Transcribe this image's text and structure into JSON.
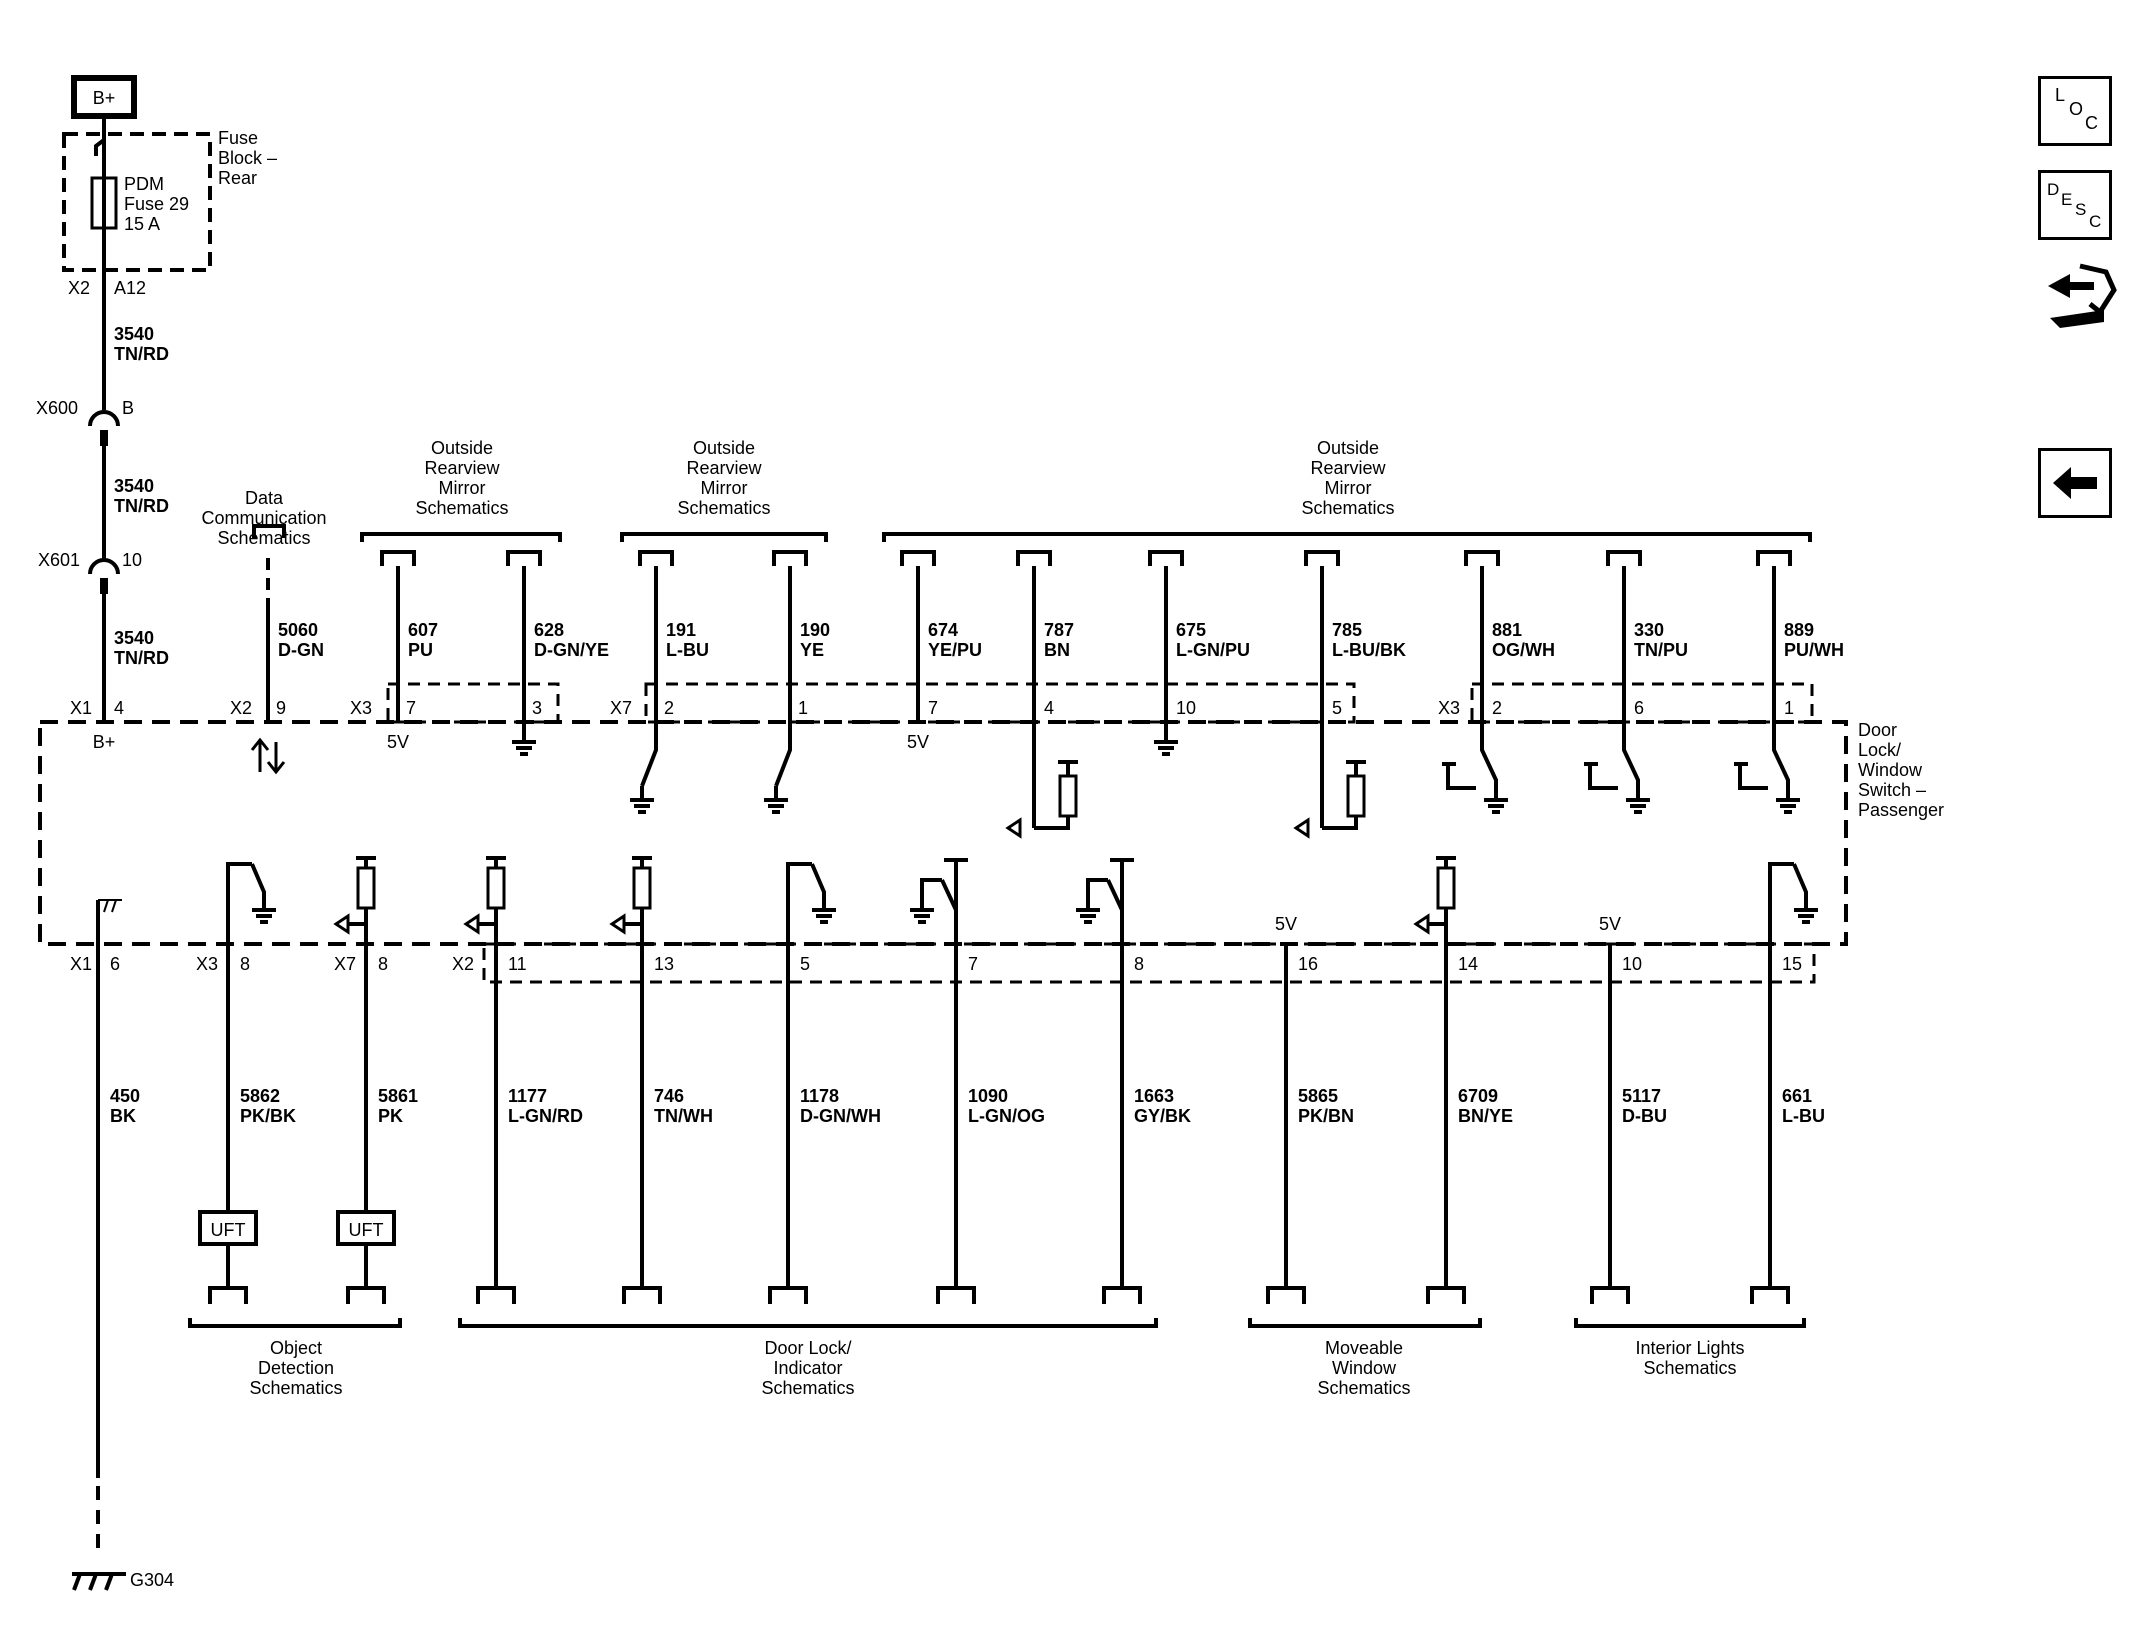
{
  "power": {
    "label": "B+",
    "pin_label": "B+"
  },
  "fuse_block": {
    "name_lines": [
      "Fuse",
      "Block –",
      "Rear"
    ],
    "fuse_lines": [
      "PDM",
      "Fuse 29",
      "15 A"
    ]
  },
  "upper_connectors": {
    "x2": "X2",
    "a12": "A12",
    "x600": "X600",
    "x600_pin": "B",
    "x601": "X601",
    "x601_pin": "10"
  },
  "supply_wires": [
    {
      "circuit": "3540",
      "color": "TN/RD"
    },
    {
      "circuit": "3540",
      "color": "TN/RD"
    },
    {
      "circuit": "3540",
      "color": "TN/RD"
    }
  ],
  "data_comm": {
    "lines": [
      "Data",
      "Communication",
      "Schematics"
    ],
    "circuit": "5060",
    "color": "D-GN"
  },
  "mirror_groups": [
    {
      "lines": [
        "Outside",
        "Rearview",
        "Mirror",
        "Schematics"
      ]
    },
    {
      "lines": [
        "Outside",
        "Rearview",
        "Mirror",
        "Schematics"
      ]
    },
    {
      "lines": [
        "Outside",
        "Rearview",
        "Mirror",
        "Schematics"
      ]
    }
  ],
  "module_labels": {
    "x1": "X1",
    "x2": "X2",
    "x3": "X3",
    "x7": "X7",
    "five_v": "5V"
  },
  "module_name": [
    "Door",
    "Lock/",
    "Window",
    "Switch –",
    "Passenger"
  ],
  "top_wires": [
    {
      "circuit": "607",
      "color": "PU",
      "pin": "7"
    },
    {
      "circuit": "628",
      "color": "D-GN/YE",
      "pin": "3"
    },
    {
      "circuit": "191",
      "color": "L-BU",
      "pin": "2"
    },
    {
      "circuit": "190",
      "color": "YE",
      "pin": "1"
    },
    {
      "circuit": "674",
      "color": "YE/PU",
      "pin": "7"
    },
    {
      "circuit": "787",
      "color": "BN",
      "pin": "4"
    },
    {
      "circuit": "675",
      "color": "L-GN/PU",
      "pin": "10"
    },
    {
      "circuit": "785",
      "color": "L-BU/BK",
      "pin": "5"
    },
    {
      "circuit": "881",
      "color": "OG/WH",
      "pin": "2"
    },
    {
      "circuit": "330",
      "color": "TN/PU",
      "pin": "6"
    },
    {
      "circuit": "889",
      "color": "PU/WH",
      "pin": "1"
    }
  ],
  "top_pins": {
    "x1_pin": "4",
    "x2_pin": "9"
  },
  "bottom_wires": [
    {
      "circuit": "450",
      "color": "BK",
      "pin": "6"
    },
    {
      "circuit": "5862",
      "color": "PK/BK",
      "pin": "8"
    },
    {
      "circuit": "5861",
      "color": "PK",
      "pin": "8"
    },
    {
      "circuit": "1177",
      "color": "L-GN/RD",
      "pin": "11"
    },
    {
      "circuit": "746",
      "color": "TN/WH",
      "pin": "13"
    },
    {
      "circuit": "1178",
      "color": "D-GN/WH",
      "pin": "5"
    },
    {
      "circuit": "1090",
      "color": "L-GN/OG",
      "pin": "7"
    },
    {
      "circuit": "1663",
      "color": "GY/BK",
      "pin": "8"
    },
    {
      "circuit": "5865",
      "color": "PK/BN",
      "pin": "16"
    },
    {
      "circuit": "6709",
      "color": "BN/YE",
      "pin": "14"
    },
    {
      "circuit": "5117",
      "color": "D-BU",
      "pin": "10"
    },
    {
      "circuit": "661",
      "color": "L-BU",
      "pin": "15"
    }
  ],
  "uft_label": "UFT",
  "bottom_groups": [
    {
      "lines": [
        "Object",
        "Detection",
        "Schematics"
      ]
    },
    {
      "lines": [
        "Door Lock/",
        "Indicator",
        "Schematics"
      ]
    },
    {
      "lines": [
        "Moveable",
        "Window",
        "Schematics"
      ]
    },
    {
      "lines": [
        "Interior Lights",
        "Schematics"
      ]
    }
  ],
  "ground": {
    "label": "G304"
  },
  "nav_buttons": {
    "loc": [
      "L",
      "O",
      "C"
    ],
    "desc": [
      "D",
      "E",
      "S",
      "C"
    ]
  }
}
